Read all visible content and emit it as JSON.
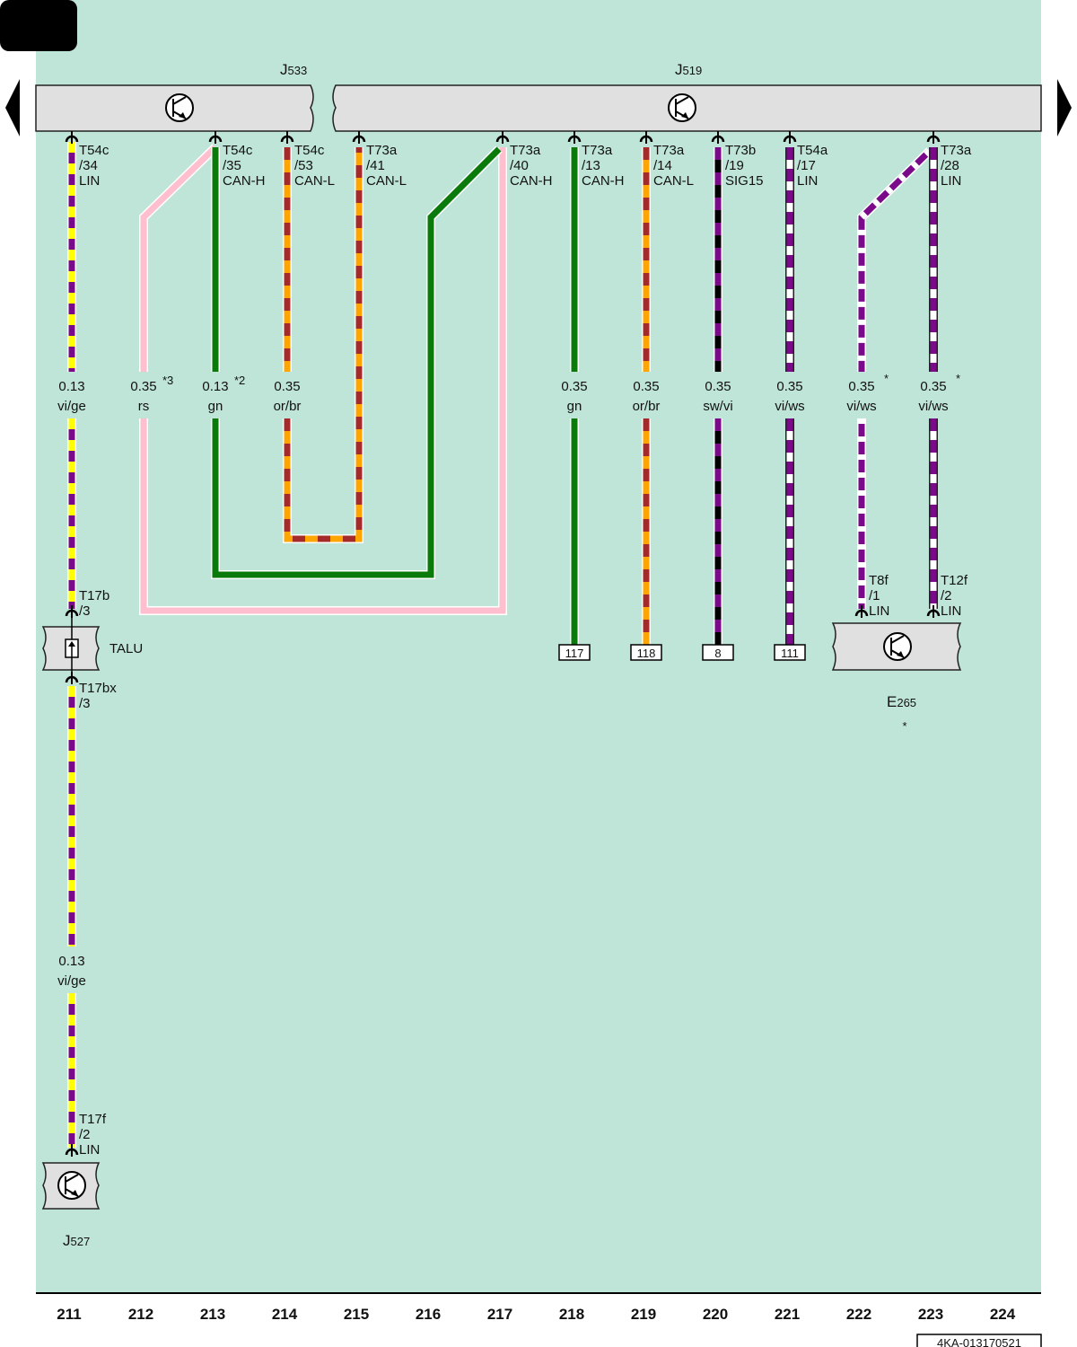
{
  "header": {
    "badge": ""
  },
  "modules": {
    "j533": {
      "name": "J",
      "sub": "533"
    },
    "j519": {
      "name": "J",
      "sub": "519"
    },
    "e265": {
      "name": "E",
      "sub": "265",
      "note": "*"
    },
    "j527": {
      "name": "J",
      "sub": "527"
    },
    "talu": {
      "name": "TALU"
    }
  },
  "pins": [
    {
      "id": "p211",
      "l1": "T54c",
      "l2": "/34",
      "l3": "LIN"
    },
    {
      "id": "p213",
      "l1": "T54c",
      "l2": "/35",
      "l3": "CAN-H"
    },
    {
      "id": "p214",
      "l1": "T54c",
      "l2": "/53",
      "l3": "CAN-L"
    },
    {
      "id": "p215",
      "l1": "T73a",
      "l2": "/41",
      "l3": "CAN-L"
    },
    {
      "id": "p217",
      "l1": "T73a",
      "l2": "/40",
      "l3": "CAN-H"
    },
    {
      "id": "p218",
      "l1": "T73a",
      "l2": "/13",
      "l3": "CAN-H"
    },
    {
      "id": "p219",
      "l1": "T73a",
      "l2": "/14",
      "l3": "CAN-L"
    },
    {
      "id": "p220",
      "l1": "T73b",
      "l2": "/19",
      "l3": "SIG15"
    },
    {
      "id": "p221",
      "l1": "T54a",
      "l2": "/17",
      "l3": "LIN"
    },
    {
      "id": "p223",
      "l1": "T73a",
      "l2": "/28",
      "l3": "LIN"
    }
  ],
  "lower_pins": [
    {
      "id": "t17b",
      "l1": "T17b",
      "l2": "/3"
    },
    {
      "id": "t17bx",
      "l1": "T17bx",
      "l2": "/3"
    },
    {
      "id": "t17f",
      "l1": "T17f",
      "l2": "/2",
      "l3": "LIN"
    },
    {
      "id": "t8f",
      "l1": "T8f",
      "l2": "/1",
      "l3": "LIN"
    },
    {
      "id": "t12f",
      "l1": "T12f",
      "l2": "/2",
      "l3": "LIN"
    }
  ],
  "wires": [
    {
      "id": "w211",
      "size": "0.13",
      "color": "vi/ge",
      "note": ""
    },
    {
      "id": "w212",
      "size": "0.35",
      "color": "rs",
      "note": "*3"
    },
    {
      "id": "w213",
      "size": "0.13",
      "color": "gn",
      "note": "*2"
    },
    {
      "id": "w214",
      "size": "0.35",
      "color": "or/br",
      "note": ""
    },
    {
      "id": "w218",
      "size": "0.35",
      "color": "gn",
      "note": ""
    },
    {
      "id": "w219",
      "size": "0.35",
      "color": "or/br",
      "note": ""
    },
    {
      "id": "w220",
      "size": "0.35",
      "color": "sw/vi",
      "note": ""
    },
    {
      "id": "w221",
      "size": "0.35",
      "color": "vi/ws",
      "note": ""
    },
    {
      "id": "w222",
      "size": "0.35",
      "color": "vi/ws",
      "note": "*"
    },
    {
      "id": "w223",
      "size": "0.35",
      "color": "vi/ws",
      "note": "*"
    },
    {
      "id": "w211b",
      "size": "0.13",
      "color": "vi/ge",
      "note": ""
    }
  ],
  "refs": [
    "117",
    "118",
    "8",
    "111"
  ],
  "columns": [
    "211",
    "212",
    "213",
    "214",
    "215",
    "216",
    "217",
    "218",
    "219",
    "220",
    "221",
    "222",
    "223",
    "224"
  ],
  "doc_id": "4KA-013170521",
  "colors": {
    "background": "#bfe5d8",
    "module": "#e0e0e0",
    "violet": "#7a0a8a",
    "yellow": "#ffff00",
    "pink": "#ffbfcf",
    "green": "#0a7a0a",
    "orange": "#ffa500",
    "brown": "#a52a2a",
    "black": "#000000",
    "white": "#ffffff"
  }
}
